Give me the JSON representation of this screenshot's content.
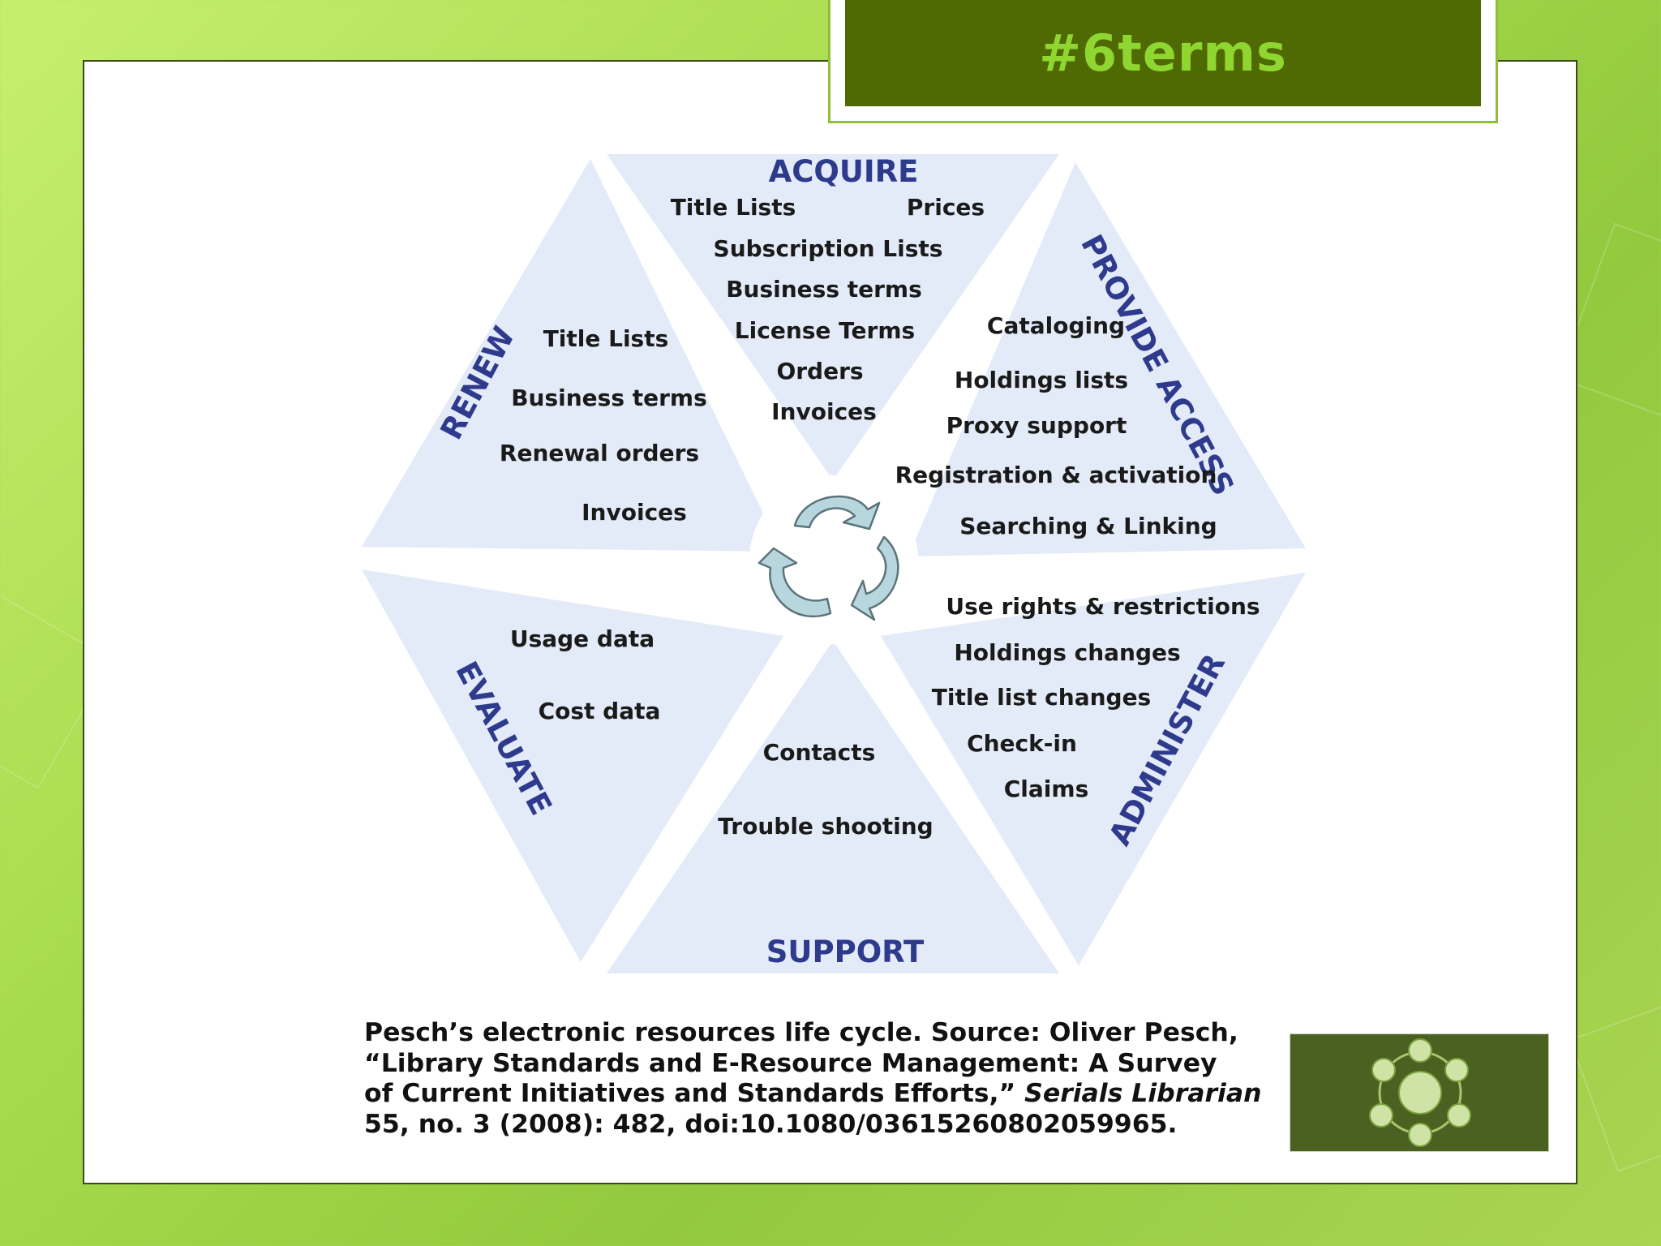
{
  "title": "#6terms",
  "sections": {
    "acquire": {
      "heading": "ACQUIRE",
      "items": [
        "Title Lists",
        "Prices",
        "Subscription Lists",
        "Business terms",
        "License Terms",
        "Orders",
        "Invoices"
      ]
    },
    "provide_access": {
      "heading": "PROVIDE ACCESS",
      "items": [
        "Cataloging",
        "Holdings lists",
        "Proxy support",
        "Registration & activation",
        "Searching & Linking"
      ]
    },
    "administer": {
      "heading": "ADMINISTER",
      "items": [
        "Use rights & restrictions",
        "Holdings changes",
        "Title list changes",
        "Check-in",
        "Claims"
      ]
    },
    "support": {
      "heading": "SUPPORT",
      "items": [
        "Contacts",
        "Trouble shooting"
      ]
    },
    "evaluate": {
      "heading": "EVALUATE",
      "items": [
        "Usage data",
        "Cost data"
      ]
    },
    "renew": {
      "heading": "RENEW",
      "items": [
        "Title Lists",
        "Business terms",
        "Renewal orders",
        "Invoices"
      ]
    }
  },
  "caption": {
    "line1": "Pesch’s electronic resources life cycle. Source: Oliver Pesch,",
    "line2": "“Library Standards and E-Resource Management: A Survey",
    "line3a": "of Current Initiatives and Standards Efforts,” ",
    "line3b": "Serials Librarian",
    "line4": "55, no. 3 (2008): 482, doi:10.1080/03615260802059965."
  },
  "colors": {
    "segment_fill": "#e3eaf8",
    "heading": "#2e3a8c",
    "title_bar": "#4f6a03",
    "title_text": "#8fd630",
    "arrow_fill": "#b7d6de"
  }
}
